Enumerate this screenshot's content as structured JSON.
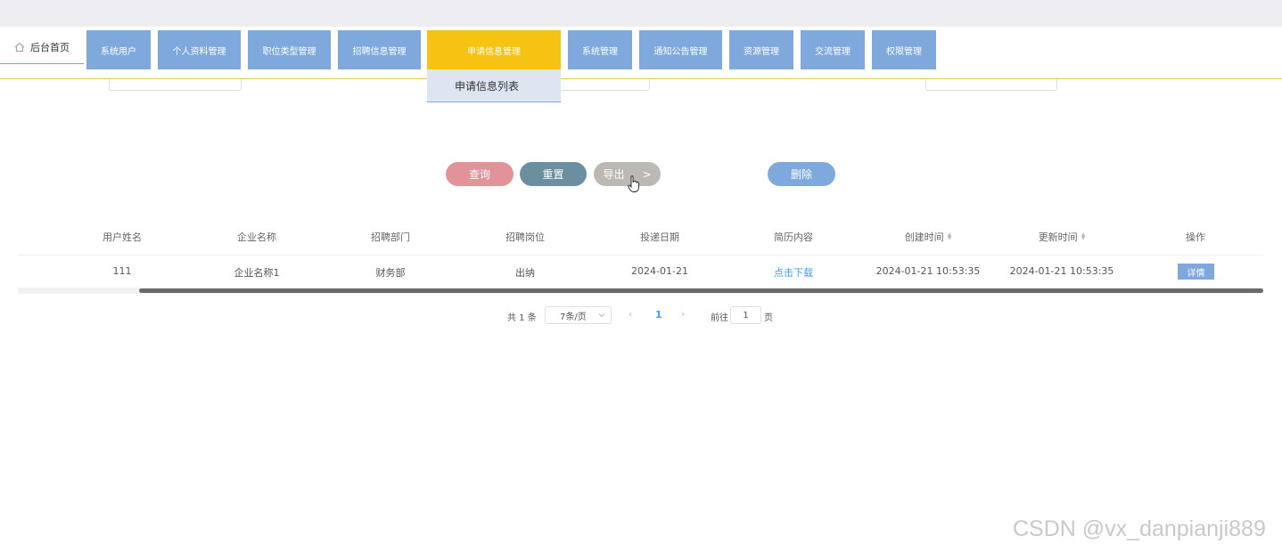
{
  "nav": {
    "home_label": "后台首页",
    "items": [
      "系统用户",
      "个人资料管理",
      "职位类型管理",
      "招聘信息管理",
      "申请信息管理",
      "系统管理",
      "通知公告管理",
      "资源管理",
      "交流管理",
      "权限管理"
    ],
    "active_index": 4,
    "dropdown_item": "申请信息列表"
  },
  "actions": {
    "query": "查询",
    "reset": "重置",
    "export": "导出",
    "export_arrow": ">",
    "delete": "删除"
  },
  "table": {
    "columns": [
      "用户姓名",
      "企业名称",
      "招聘部门",
      "招聘岗位",
      "投递日期",
      "简历内容",
      "创建时间",
      "更新时间",
      "操作"
    ],
    "rows": [
      {
        "user_name": "111",
        "company_name": "企业名称1",
        "department": "财务部",
        "position": "出纳",
        "submit_date": "2024-01-21",
        "resume": "点击下载",
        "created": "2024-01-21 10:53:35",
        "updated": "2024-01-21 10:53:35",
        "action": "详情"
      }
    ]
  },
  "pagination": {
    "total_text": "共 1 条",
    "page_size": "7条/页",
    "current_page": "1",
    "goto_label": "前往",
    "goto_value": "1",
    "page_unit": "页"
  },
  "watermark": "CSDN @vx_danpianji889",
  "colors": {
    "nav_blue": "#7fa9dc",
    "nav_active": "#f7c313",
    "query": "#e2939a",
    "reset": "#6b8f9e",
    "export": "#bcb8b4",
    "link": "#409eff"
  }
}
